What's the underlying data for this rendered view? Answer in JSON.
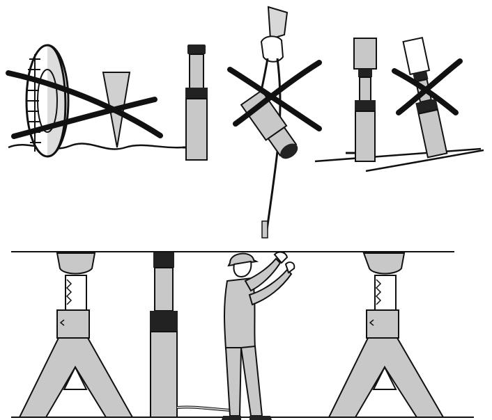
{
  "colors": {
    "ink": "#111111",
    "metal": "#c8c8c8",
    "metal_dark": "#9a9a9a",
    "paper": "#ffffff"
  },
  "panels": [
    {
      "id": "top-left",
      "subject": "jack-used-as-wheel-chock-and-uneven-ground",
      "crossed_out": true
    },
    {
      "id": "top-middle",
      "subject": "lifting-cylinder-by-hose",
      "crossed_out": true
    },
    {
      "id": "top-right",
      "subject": "cylinder-upright-vs-tilted",
      "crossed_out": true
    },
    {
      "id": "bottom",
      "subject": "load-supported-on-jack-stands-while-worker-operates",
      "crossed_out": false
    }
  ]
}
